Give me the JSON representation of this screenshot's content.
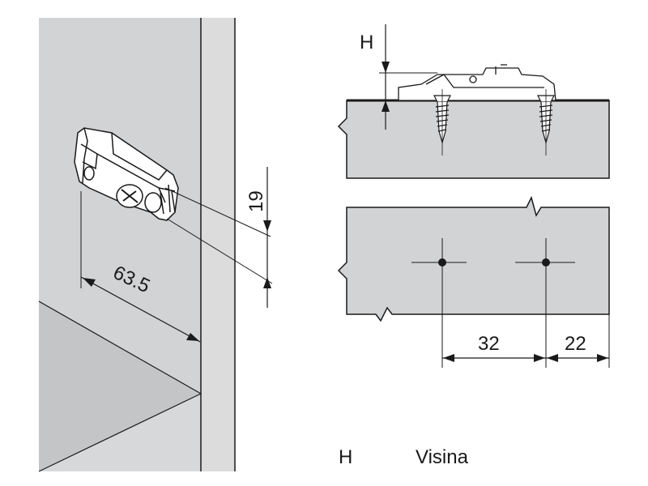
{
  "perspective_view": {
    "dim_spacing": "19",
    "dim_depth": "63.5"
  },
  "side_view": {
    "height_symbol": "H"
  },
  "top_view": {
    "dim_hole_spacing": "32",
    "dim_edge_offset": "22"
  },
  "legend": {
    "symbol": "H",
    "description": "Visina"
  },
  "colors": {
    "panel_gray": "#d2d3d5",
    "line": "#1a1a1a"
  }
}
